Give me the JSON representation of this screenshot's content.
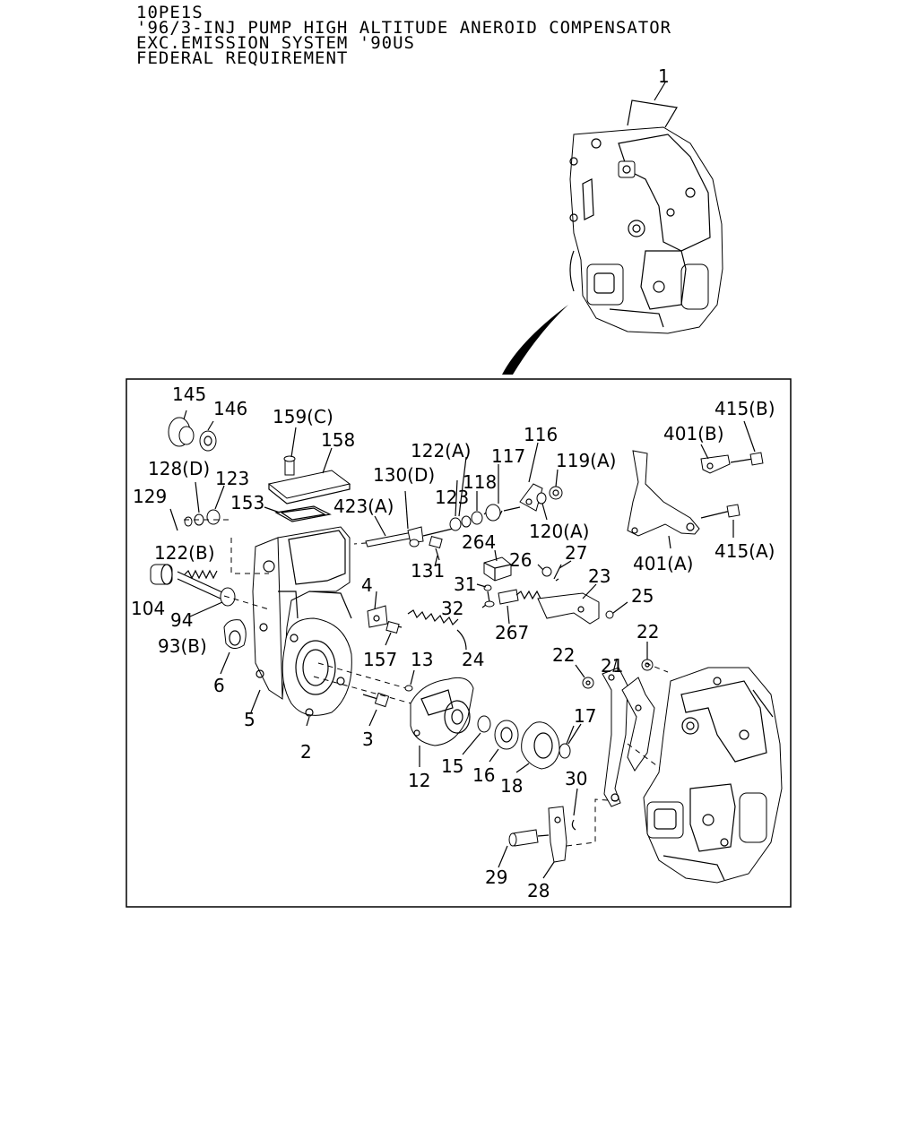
{
  "header": {
    "lines": [
      "10PE1S",
      "'96/3-INJ PUMP HIGH ALTITUDE ANEROID COMPENSATOR",
      "EXC.EMISSION SYSTEM '90US",
      "FEDERAL REQUIREMENT"
    ]
  },
  "callouts": {
    "c1": "1",
    "c145": "145",
    "c146": "146",
    "c159c": "159(C)",
    "c158": "158",
    "c128d": "128(D)",
    "c123a": "123",
    "c129": "129",
    "c153": "153",
    "c122b": "122(B)",
    "c104": "104",
    "c94": "94",
    "c93b": "93(B)",
    "c6": "6",
    "c5": "5",
    "c2": "2",
    "c3": "3",
    "c4": "4",
    "c157": "157",
    "c13": "13",
    "c12": "12",
    "c15": "15",
    "c16": "16",
    "c18": "18",
    "c24": "24",
    "c423a": "423(A)",
    "c130d": "130(D)",
    "c131": "131",
    "c122a": "122(A)",
    "c123b": "123",
    "c118": "118",
    "c117": "117",
    "c116": "116",
    "c119a": "119(A)",
    "c120a": "120(A)",
    "c264": "264",
    "c26": "26",
    "c27": "27",
    "c31": "31",
    "c32": "32",
    "c267": "267",
    "c23": "23",
    "c25": "25",
    "c415b": "415(B)",
    "c401b": "401(B)",
    "c415a": "415(A)",
    "c401a": "401(A)",
    "c21": "21",
    "c22a": "22",
    "c22b": "22",
    "c17": "17",
    "c30": "30",
    "c29": "29",
    "c28": "28"
  }
}
